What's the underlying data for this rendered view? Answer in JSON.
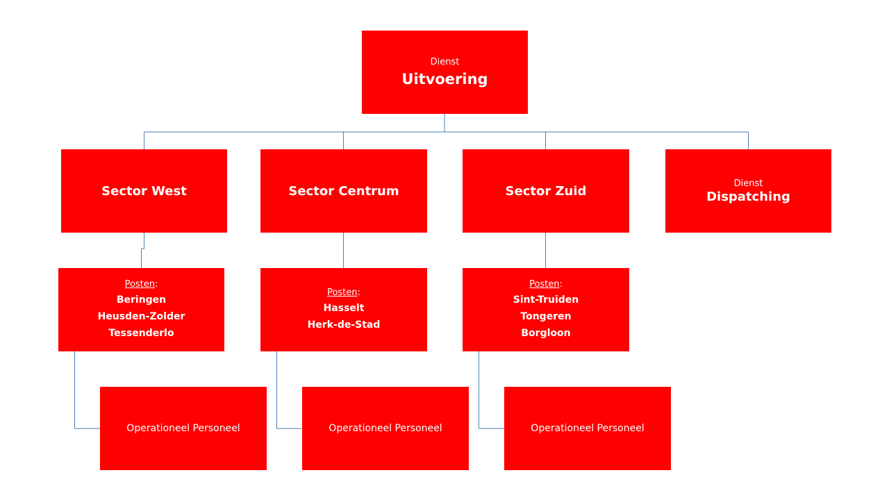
{
  "root": {
    "prefix": "Dienst",
    "title": "Uitvoering"
  },
  "sectors": [
    {
      "name": "Sector West"
    },
    {
      "name": "Sector Centrum"
    },
    {
      "name": "Sector Zuid"
    }
  ],
  "dispatching": {
    "prefix": "Dienst",
    "title": "Dispatching"
  },
  "posts": [
    {
      "label": "Posten",
      "colon": ":",
      "items": [
        "Beringen",
        "Heusden-Zolder",
        "Tessenderlo"
      ]
    },
    {
      "label": "Posten",
      "colon": ":",
      "items": [
        "Hasselt",
        "Herk-de-Stad"
      ]
    },
    {
      "label": "Posten",
      "colon": ":",
      "items": [
        "Sint-Truiden",
        "Tongeren",
        "Borgloon"
      ]
    }
  ],
  "personnel": [
    {
      "label": "Operationeel Personeel"
    },
    {
      "label": "Operationeel Personeel"
    },
    {
      "label": "Operationeel Personeel"
    }
  ],
  "colors": {
    "box_fill": "#ff0000",
    "box_text": "#ffffff",
    "connector": "#4a7eb5"
  }
}
